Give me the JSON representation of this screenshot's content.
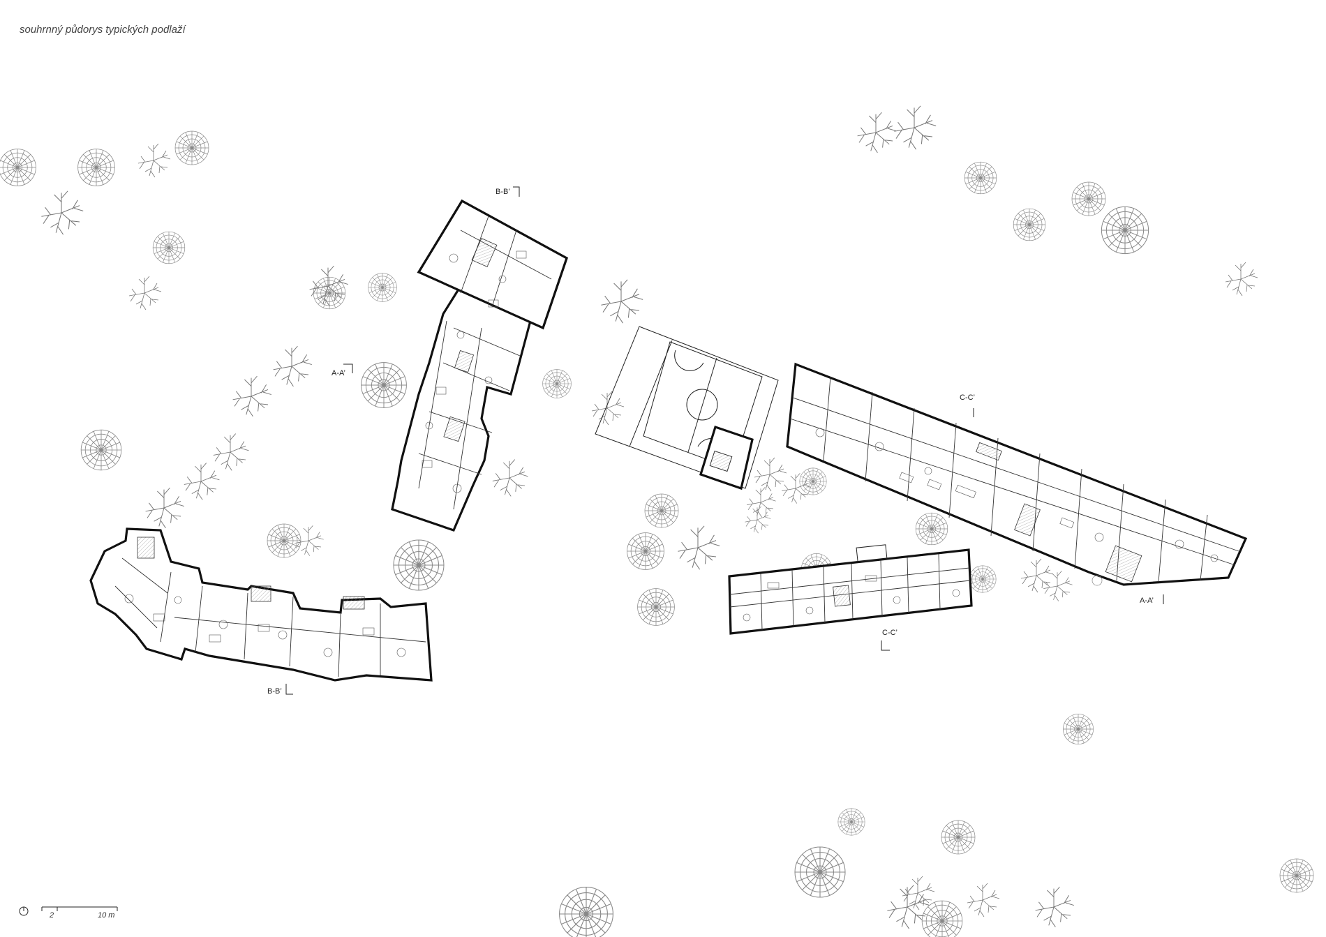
{
  "title": "souhrnný půdorys typických podlaží",
  "section_labels": {
    "bb_top": "B-B’",
    "bb_bottom": "B-B’",
    "aa_left": "A-A’",
    "aa_right": "A-A’",
    "cc_top": "C-C’",
    "cc_bottom": "C-C’"
  },
  "scale_bar": {
    "mark_small": "2",
    "mark_large": "10 m"
  },
  "icons": {
    "north_symbol": "north-arrow-icon",
    "tree_canopy": "tree-canopy-icon",
    "tree_branch": "tree-branch-icon"
  }
}
